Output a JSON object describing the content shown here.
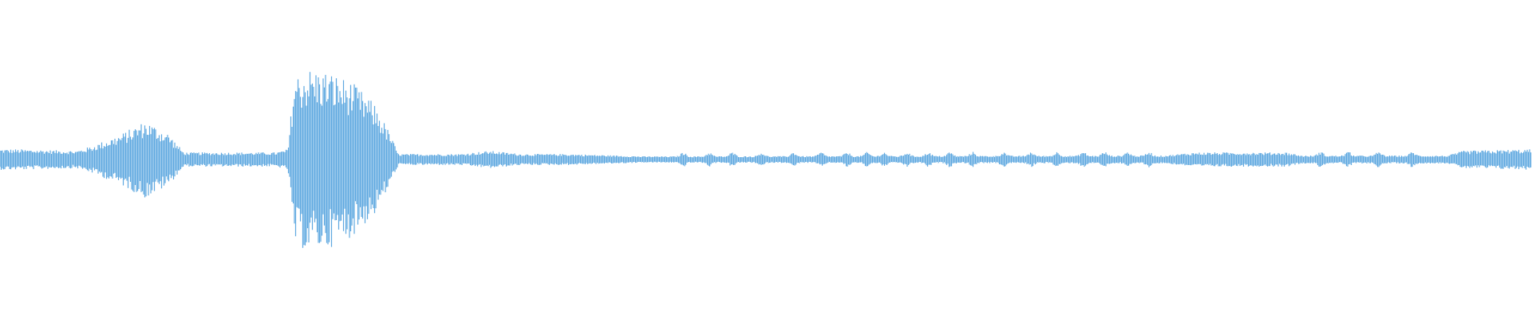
{
  "waveform": {
    "color": "#5ea8e0",
    "background": "#ffffff",
    "amplitude_envelope": [
      {
        "t": 0.0,
        "a": 0.06
      },
      {
        "t": 0.01,
        "a": 0.06
      },
      {
        "t": 0.05,
        "a": 0.05
      },
      {
        "t": 0.06,
        "a": 0.08
      },
      {
        "t": 0.08,
        "a": 0.16
      },
      {
        "t": 0.095,
        "a": 0.24
      },
      {
        "t": 0.11,
        "a": 0.16
      },
      {
        "t": 0.12,
        "a": 0.04
      },
      {
        "t": 0.18,
        "a": 0.04
      },
      {
        "t": 0.188,
        "a": 0.06
      },
      {
        "t": 0.192,
        "a": 0.52
      },
      {
        "t": 0.2,
        "a": 0.57
      },
      {
        "t": 0.215,
        "a": 0.55
      },
      {
        "t": 0.23,
        "a": 0.48
      },
      {
        "t": 0.245,
        "a": 0.34
      },
      {
        "t": 0.255,
        "a": 0.15
      },
      {
        "t": 0.26,
        "a": 0.03
      },
      {
        "t": 0.3,
        "a": 0.03
      },
      {
        "t": 0.32,
        "a": 0.05
      },
      {
        "t": 0.34,
        "a": 0.03
      },
      {
        "t": 0.37,
        "a": 0.03
      },
      {
        "t": 0.42,
        "a": 0.015
      },
      {
        "t": 0.76,
        "a": 0.02
      },
      {
        "t": 0.78,
        "a": 0.04
      },
      {
        "t": 0.84,
        "a": 0.04
      },
      {
        "t": 0.85,
        "a": 0.02
      },
      {
        "t": 0.945,
        "a": 0.02
      },
      {
        "t": 0.955,
        "a": 0.05
      },
      {
        "t": 1.0,
        "a": 0.06
      }
    ],
    "bursts": [
      0.446,
      0.463,
      0.478,
      0.497,
      0.518,
      0.536,
      0.553,
      0.566,
      0.577,
      0.592,
      0.606,
      0.62,
      0.635,
      0.655,
      0.673,
      0.69,
      0.707,
      0.721,
      0.736,
      0.75,
      0.862,
      0.88,
      0.9,
      0.922
    ]
  }
}
